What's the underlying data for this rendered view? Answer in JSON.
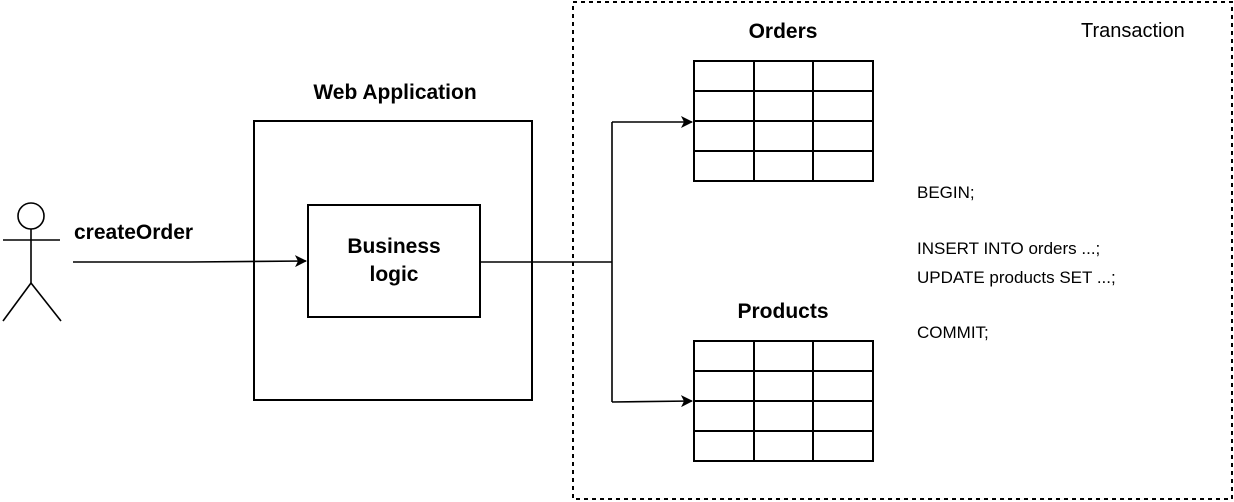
{
  "actor": {
    "action_label": "createOrder"
  },
  "web_app": {
    "title": "Web Application",
    "business_logic_label": "Business\nlogic"
  },
  "transaction": {
    "label": "Transaction",
    "tables": {
      "orders": {
        "title": "Orders",
        "rows": 4,
        "cols": 3
      },
      "products": {
        "title": "Products",
        "rows": 4,
        "cols": 3
      }
    },
    "sql": {
      "begin": "BEGIN;",
      "insert": "INSERT INTO orders ...;",
      "update": "UPDATE products SET ...;",
      "commit": "COMMIT;"
    }
  },
  "colors": {
    "stroke": "#000000",
    "background": "#ffffff"
  }
}
